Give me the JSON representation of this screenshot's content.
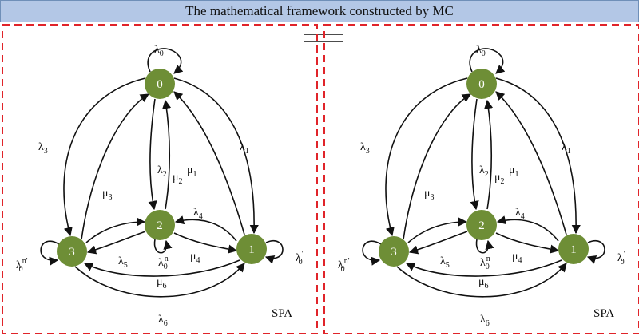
{
  "title": "The mathematical framework constructed by MC",
  "colors": {
    "title_bg": "#b3c7e6",
    "panel_border": "#e0242a",
    "node_fill": "#6e8e36",
    "edge": "#111111"
  },
  "panels": [
    {
      "tag": "SPA",
      "nodes": [
        "0",
        "1",
        "2",
        "3"
      ],
      "labels": {
        "l0_top": "λ",
        "l0_top_sub": "0",
        "l3": "λ",
        "l3_sub": "3",
        "mu3": "μ",
        "mu3_sub": "3",
        "l2": "λ",
        "l2_sub": "2",
        "mu2": "μ",
        "mu2_sub": "2",
        "mu1": "μ",
        "mu1_sub": "1",
        "l1": "λ",
        "l1_sub": "1",
        "l4": "λ",
        "l4_sub": "4",
        "mu4": "μ",
        "mu4_sub": "4",
        "l5": "λ",
        "l5_sub": "5",
        "l0n": "λ",
        "l0n_sub": "0",
        "l0n_sup": "n",
        "l0n3": "λ",
        "l0n3_sub": "0",
        "l0n3_sup": "n'",
        "l0_1": "λ",
        "l0_1_sub": "0",
        "l0_1_sup": "'",
        "mu6": "μ",
        "mu6_sub": "6",
        "l6": "λ",
        "l6_sub": "6"
      }
    },
    {
      "tag": "SPA",
      "nodes": [
        "0",
        "1",
        "2",
        "3"
      ],
      "labels": {
        "l0_top": "λ",
        "l0_top_sub": "0",
        "l3": "λ",
        "l3_sub": "3",
        "mu3": "μ",
        "mu3_sub": "3",
        "l2": "λ",
        "l2_sub": "2",
        "mu2": "μ",
        "mu2_sub": "2",
        "mu1": "μ",
        "mu1_sub": "1",
        "l1": "λ",
        "l1_sub": "1",
        "l4": "λ",
        "l4_sub": "4",
        "mu4": "μ",
        "mu4_sub": "4",
        "l5": "λ",
        "l5_sub": "5",
        "l0n": "λ",
        "l0n_sub": "0",
        "l0n_sup": "n",
        "l0n3": "λ",
        "l0n3_sub": "0",
        "l0n3_sup": "n'",
        "l0_1": "λ",
        "l0_1_sub": "0",
        "l0_1_sup": "'",
        "mu6": "μ",
        "mu6_sub": "6",
        "l6": "λ",
        "l6_sub": "6"
      }
    }
  ]
}
